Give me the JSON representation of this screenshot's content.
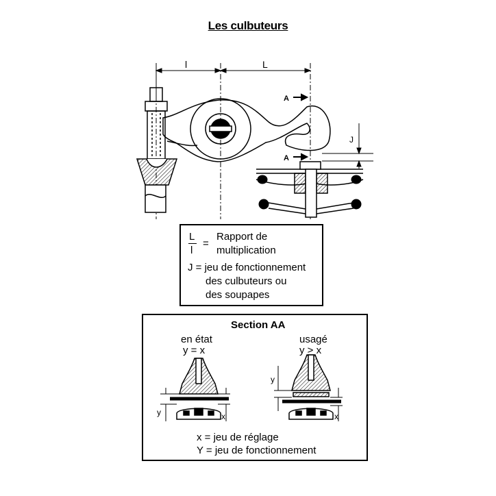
{
  "title": "Les culbuteurs",
  "dimensions": {
    "short_arm": "l",
    "long_arm": "L",
    "section_marker": "A",
    "gap": "J"
  },
  "legend": {
    "ratio_num": "L",
    "ratio_den": "l",
    "ratio_eq": "=",
    "ratio_text_1": "Rapport de",
    "ratio_text_2": "multiplication",
    "j_line_1": "J = jeu de fonctionnement",
    "j_line_2": "des culbuteurs ou",
    "j_line_3": "des soupapes"
  },
  "section": {
    "title": "Section AA",
    "left_state": "en état",
    "left_formula": "y = x",
    "right_state": "usagé",
    "right_formula": "y > x",
    "y_label": "y",
    "x_label": "x",
    "x_def": "x = jeu de réglage",
    "y_def": "Y = jeu de fonctionnement"
  }
}
